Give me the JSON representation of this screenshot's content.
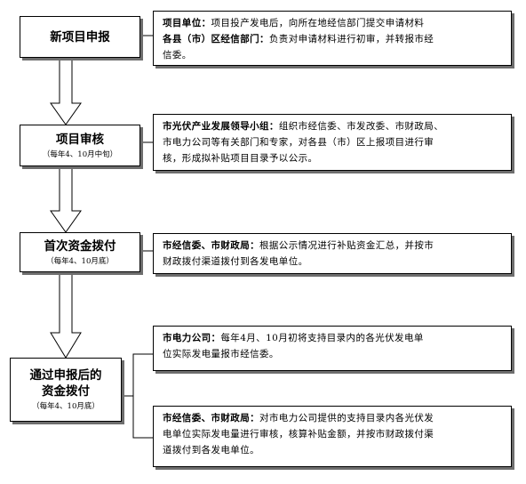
{
  "steps": [
    {
      "title": "新项目申报",
      "sub": ""
    },
    {
      "title": "项目审核",
      "sub": "（每年4、10月中旬）"
    },
    {
      "title": "首次资金拨付",
      "sub": "（每年4、10月底）"
    },
    {
      "title_lines": [
        "通过申报后的",
        "资金拨付"
      ],
      "sub": "（每年4、10月底）"
    }
  ],
  "descriptions": [
    {
      "lines": [
        {
          "label": "项目单位：",
          "text": "项目投产发电后，向所在地经信部门提交申请材料"
        },
        {
          "label": "各县（市）区经信部门：",
          "text": "负责对申请材料进行初审，并转报市经"
        },
        {
          "label": "",
          "text": "信委。"
        }
      ]
    },
    {
      "lines": [
        {
          "label": "市光伏产业发展领导小组：",
          "text": "组织市经信委、市发改委、市财政局、"
        },
        {
          "label": "",
          "text": "市电力公司等有关部门和专家，对各县（市）区上报项目进行审"
        },
        {
          "label": "",
          "text": "核，形成拟补贴项目目录予以公示。"
        }
      ]
    },
    {
      "lines": [
        {
          "label": "市经信委、市财政局：",
          "text": "根据公示情况进行补贴资金汇总，并按市"
        },
        {
          "label": "",
          "text": "财政拨付渠道拨付到各发电单位。"
        }
      ]
    },
    {
      "lines": [
        {
          "label": "市电力公司：",
          "text": "每年4月、10月初将支持目录内的各光伏发电单"
        },
        {
          "label": "",
          "text": "位实际发电量报市经信委。"
        }
      ]
    },
    {
      "lines": [
        {
          "label": "市经信委、市财政局：",
          "text": "对市电力公司提供的支持目录内各光伏发"
        },
        {
          "label": "",
          "text": "电单位实际发电量进行审核，核算补贴金额，并按市财政拨付渠"
        },
        {
          "label": "",
          "text": "道拨付到各发电单位。"
        }
      ]
    }
  ]
}
